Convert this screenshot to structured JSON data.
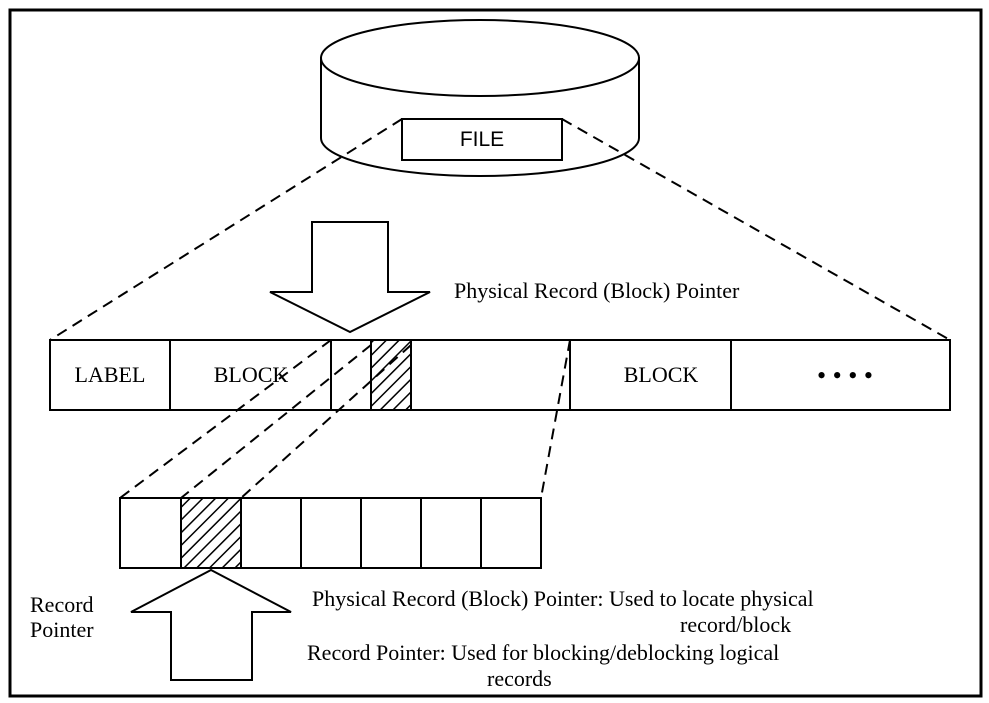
{
  "file_label": "FILE",
  "block_pointer_label": "Physical Record (Block) Pointer",
  "tape_cells": {
    "label": "LABEL",
    "block_1": "BLOCK",
    "block_2": "BLOCK",
    "ellipsis": "• • • •"
  },
  "record_pointer_label": {
    "line1": "Record",
    "line2": "Pointer"
  },
  "legend": {
    "block_pointer_line1": "Physical Record (Block) Pointer: Used to locate physical",
    "block_pointer_line2": "record/block",
    "record_pointer_line1": "Record Pointer: Used for blocking/deblocking logical",
    "record_pointer_line2": "records"
  },
  "colors": {
    "line": "#000000",
    "background": "#ffffff"
  },
  "icons": {
    "file_store": "disk-cylinder-icon",
    "down_arrow": "down-arrow-icon",
    "up_arrow": "up-arrow-icon"
  }
}
